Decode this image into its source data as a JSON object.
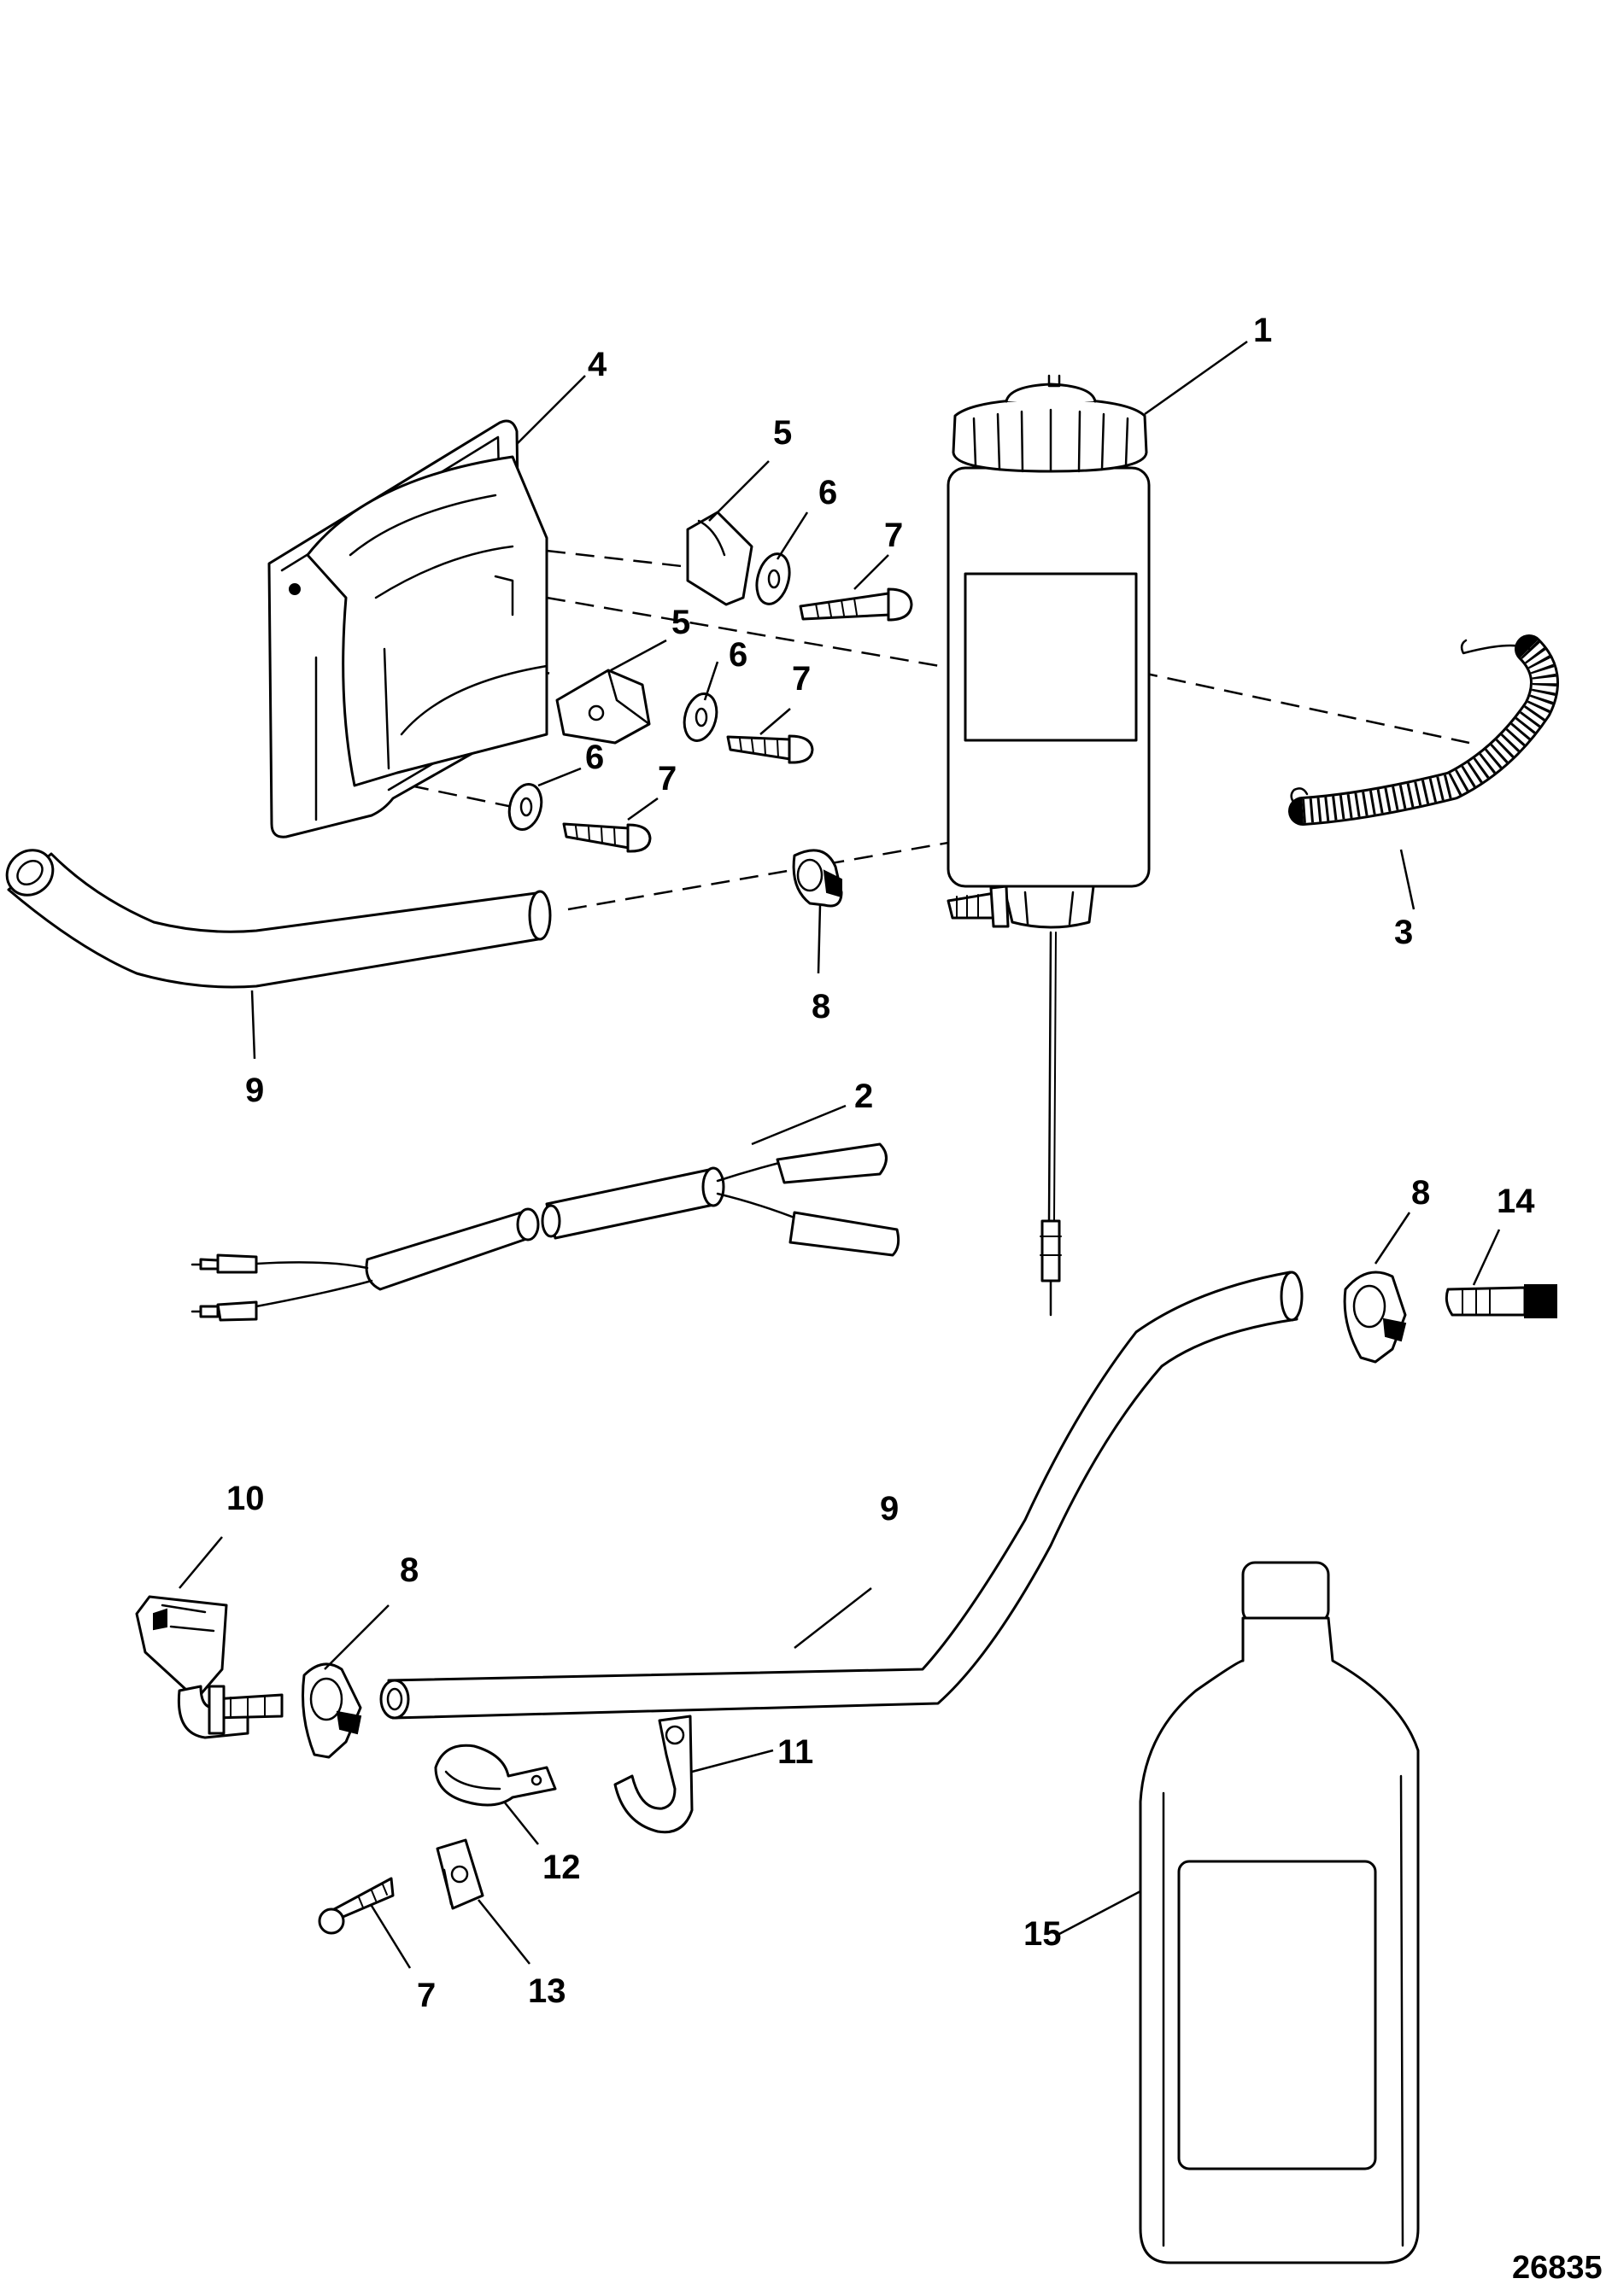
{
  "callouts": {
    "c1": "1",
    "c2": "2",
    "c3": "3",
    "c4": "4",
    "c5a": "5",
    "c5b": "5",
    "c6a": "6",
    "c6b": "6",
    "c6c": "6",
    "c7a": "7",
    "c7b": "7",
    "c7c": "7",
    "c7d": "7",
    "c8a": "8",
    "c8b": "8",
    "c8c": "8",
    "c9a": "9",
    "c9b": "9",
    "c10": "10",
    "c11": "11",
    "c12": "12",
    "c13": "13",
    "c14": "14",
    "c15": "15"
  },
  "figure_number": "26835",
  "colors": {
    "line": "#000000",
    "background": "#ffffff"
  }
}
